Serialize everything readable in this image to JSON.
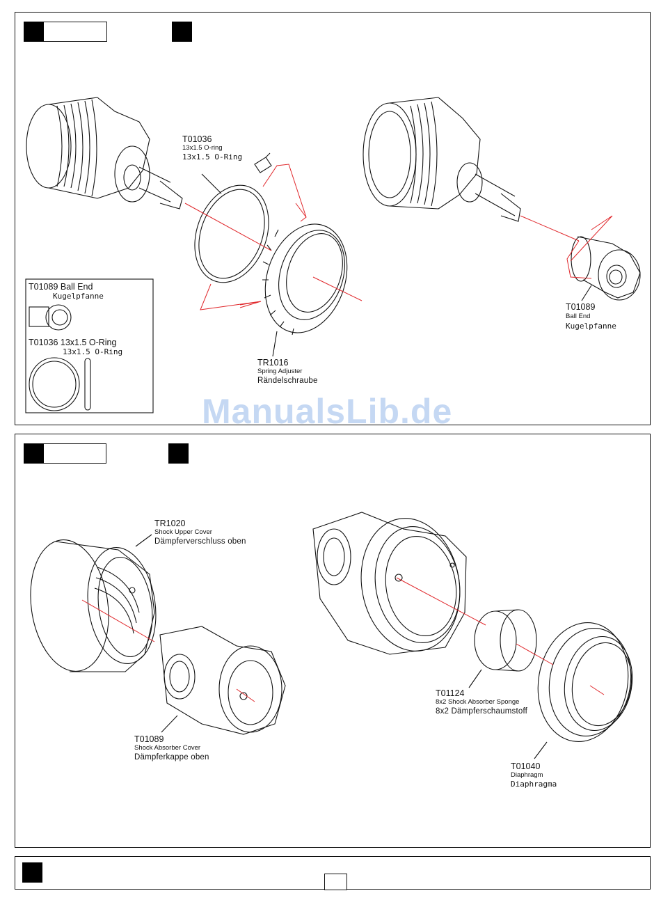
{
  "step1": {
    "oring": {
      "code": "T01036",
      "en": "13x1.5 O-ring",
      "de": "13x1.5 O-Ring"
    },
    "adjuster": {
      "code": "TR1016",
      "en": "Spring Adjuster",
      "de": "Rändelschraube"
    },
    "ballend": {
      "code": "T01089",
      "en": "Ball End",
      "de": "Kugelpfanne"
    },
    "legend": {
      "item1_code": "T01089 Ball End",
      "item1_de": "Kugelpfanne",
      "item2_code": "T01036 13x1.5 O-Ring",
      "item2_de": "13x1.5 O-Ring"
    }
  },
  "step2": {
    "upper_cover": {
      "code": "TR1020",
      "en": "Shock Upper Cover",
      "de": "Dämpferverschluss oben"
    },
    "absorber_cover": {
      "code": "T01089",
      "en": "Shock Absorber Cover",
      "de": "Dämpferkappe oben"
    },
    "sponge": {
      "code": "T01124",
      "en": "8x2 Shock Absorber Sponge",
      "de": "8x2 Dämpferschaumstoff"
    },
    "diaphragm": {
      "code": "T01040",
      "en": "Diaphragm",
      "de": "Diaphragma"
    }
  },
  "watermark": "ManualsLib.de",
  "colors": {
    "arrow": "#e0262a",
    "line": "#111111",
    "watermark": "#bcd2f2"
  }
}
